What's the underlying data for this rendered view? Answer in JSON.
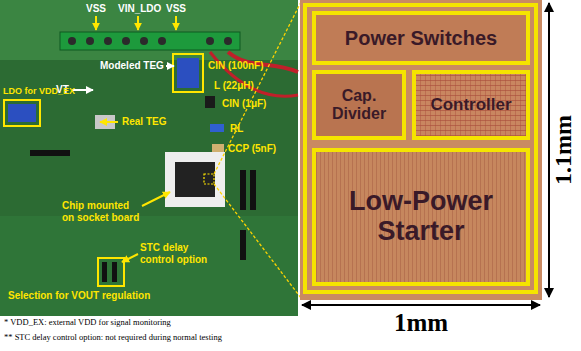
{
  "diagram": {
    "nodes": [
      {
        "text": [
          "Power Switches"
        ]
      },
      {
        "text": [
          "Cap. Divider"
        ]
      },
      {
        "text": [
          "Controller"
        ]
      },
      {
        "text": [
          "Low-Power Starter"
        ]
      }
    ],
    "labels": [
      "VSS",
      "VIN_LDO",
      "VSS",
      "Modeled TEG",
      "VT",
      "CIN (100nF)",
      "LDO for VDD_EX",
      "L (22μH)",
      "Real TEG",
      "CIN (1μF)",
      "RL",
      "CCP (5nF)",
      "Chip mounted on socket board",
      "STC delay control option",
      "Selection for VOUT regulation",
      "1.1mm",
      "1mm",
      "* VDD_EX: external VDD for signal monitoring",
      "** STC delay control option: not required during normal testing"
    ]
  }
}
